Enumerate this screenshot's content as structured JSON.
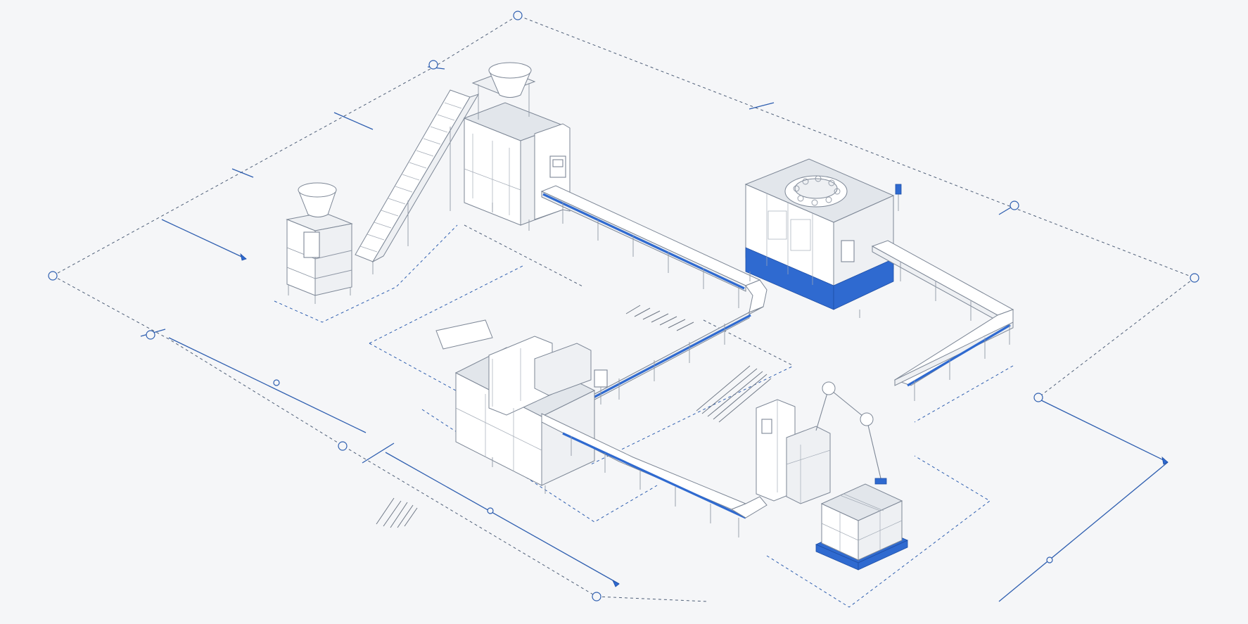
{
  "diagram": {
    "kind": "isometric packaging line layout",
    "text_labels": [],
    "colors": {
      "background": "#f5f6f8",
      "line_art": "#7d8796",
      "accent_blue": "#2f6ad0",
      "dimension_blue": "#2f5fb0"
    },
    "stations": [
      {
        "id": "feed-hopper-stand"
      },
      {
        "id": "incline-bucket-conveyor"
      },
      {
        "id": "vertical-form-fill-seal-machine"
      },
      {
        "id": "rotary-filling-capping-machine"
      },
      {
        "id": "cartoning-machine"
      },
      {
        "id": "robotic-palletizer"
      },
      {
        "id": "pallet-load"
      }
    ]
  }
}
